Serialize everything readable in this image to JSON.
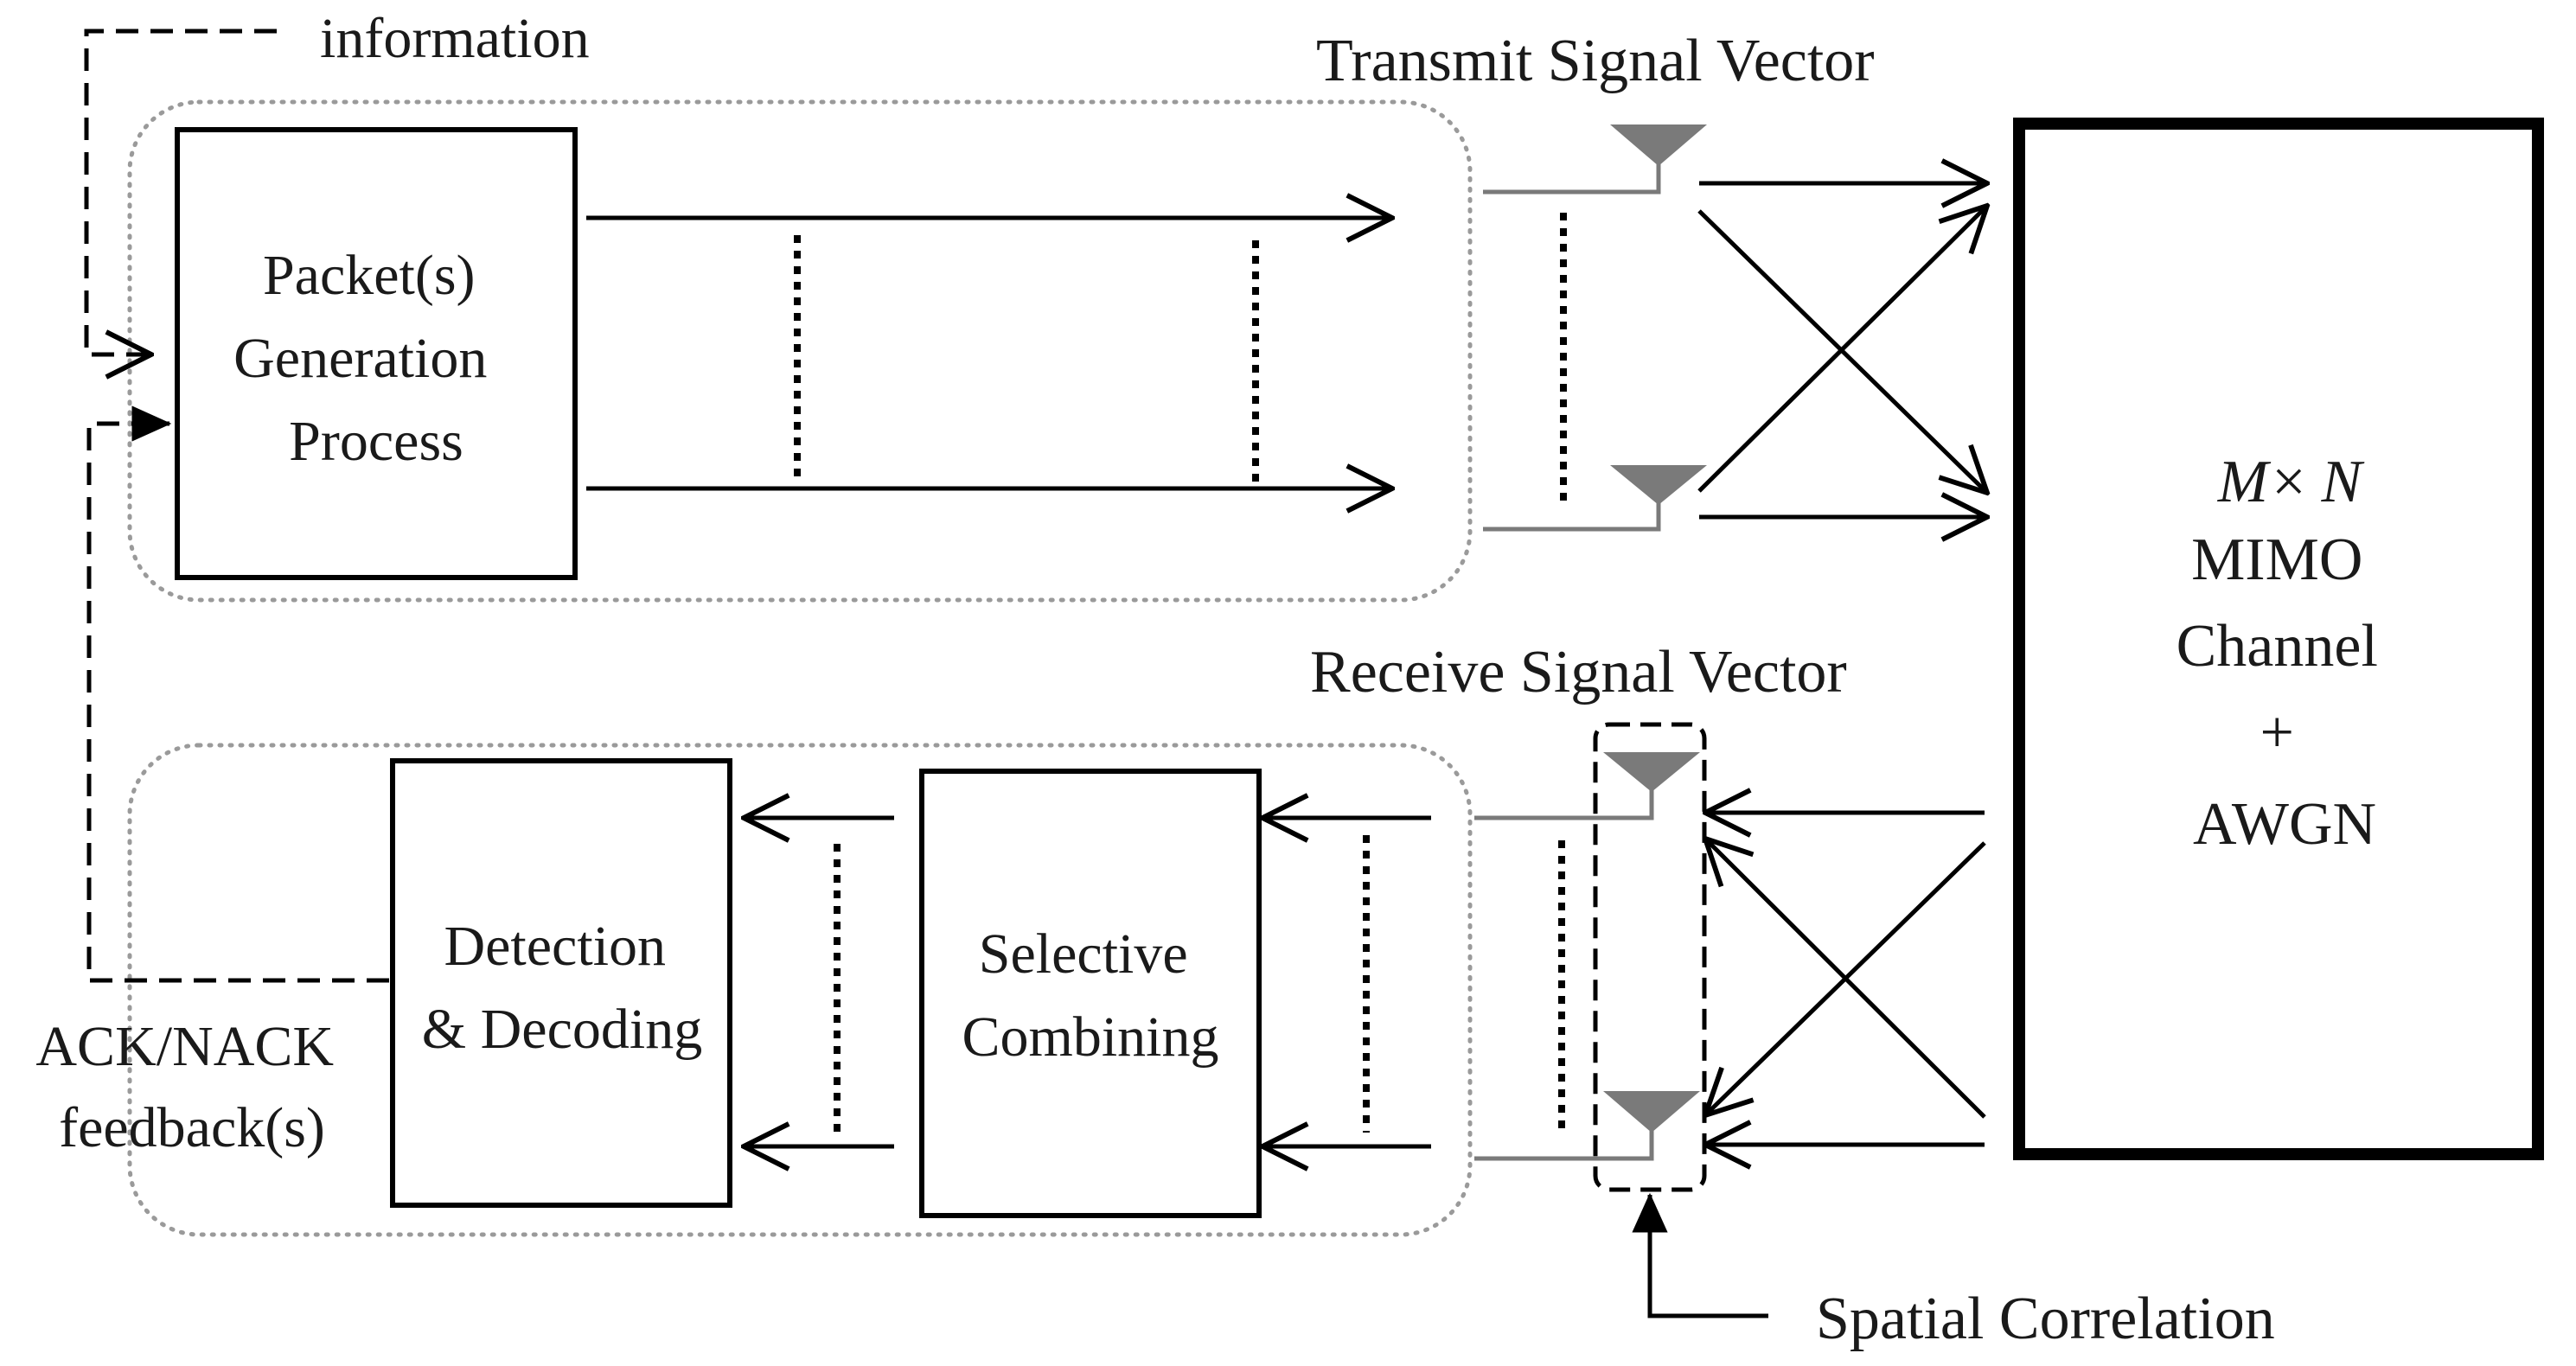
{
  "labels": {
    "information": "information",
    "transmit_vector": "Transmit Signal Vector",
    "receive_vector": "Receive Signal Vector",
    "spatial_correlation": "Spatial Correlation",
    "ack_line1": "ACK/NACK",
    "ack_line2": "feedback(s)"
  },
  "blocks": {
    "packet_gen": [
      "Packet(s)",
      "Generation",
      "Process"
    ],
    "detection": [
      "Detection",
      "& Decoding"
    ],
    "combining": [
      "Selective",
      "Combining"
    ],
    "channel": {
      "size_m": "M",
      "size_times": "×",
      "size_n": "N",
      "line2": "MIMO",
      "line3": "Channel",
      "line4": "+",
      "line5": "AWGN"
    }
  },
  "colors": {
    "line": "#000000",
    "antenna_fill": "#7a7a7a",
    "group_border": "#9a9a9a"
  }
}
